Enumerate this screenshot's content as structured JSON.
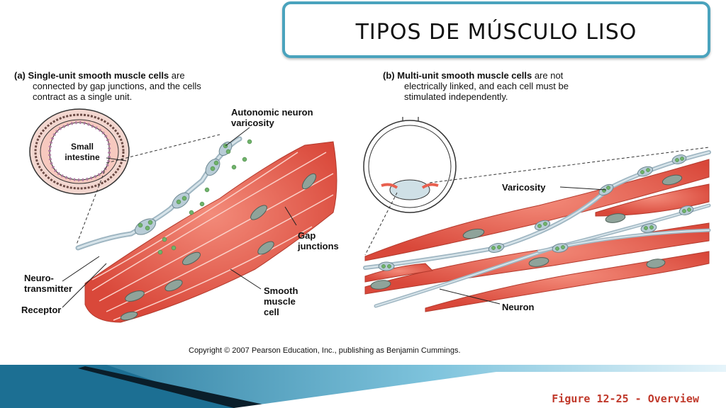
{
  "slide": {
    "title": "TIPOS DE MÚSCULO LISO",
    "footer": "Figure 12-25 - Overview"
  },
  "panel_a": {
    "caption_label": "(a)",
    "caption_bold": "Single-unit smooth muscle cells",
    "caption_rest_1": " are",
    "caption_line_2": "connected by gap junctions, and the cells",
    "caption_line_3": "contract as a single unit.",
    "labels": {
      "small_intestine_1": "Small",
      "small_intestine_2": "intestine",
      "autonomic_1": "Autonomic neuron",
      "autonomic_2": "varicosity",
      "gap_1": "Gap",
      "gap_2": "junctions",
      "neuro_1": "Neuro-",
      "neuro_2": "transmitter",
      "receptor": "Receptor",
      "smooth_1": "Smooth",
      "smooth_2": "muscle",
      "smooth_3": "cell"
    }
  },
  "panel_b": {
    "caption_label": "(b)",
    "caption_bold": "Multi-unit smooth muscle cells",
    "caption_rest_1": " are not",
    "caption_line_2": "electrically linked, and each cell must be",
    "caption_line_3": "stimulated independently.",
    "labels": {
      "varicosity": "Varicosity",
      "neuron": "Neuron"
    }
  },
  "copyright": "Copyright © 2007 Pearson Education, Inc., publishing as Benjamin Cummings.",
  "colors": {
    "accent": "#4aa3bd",
    "muscle": "#e8604f",
    "nucleus": "#8fa39a",
    "neuron": "#b8ccd6",
    "vesicle": "#6fb36a",
    "footer_text": "#c0392b"
  }
}
